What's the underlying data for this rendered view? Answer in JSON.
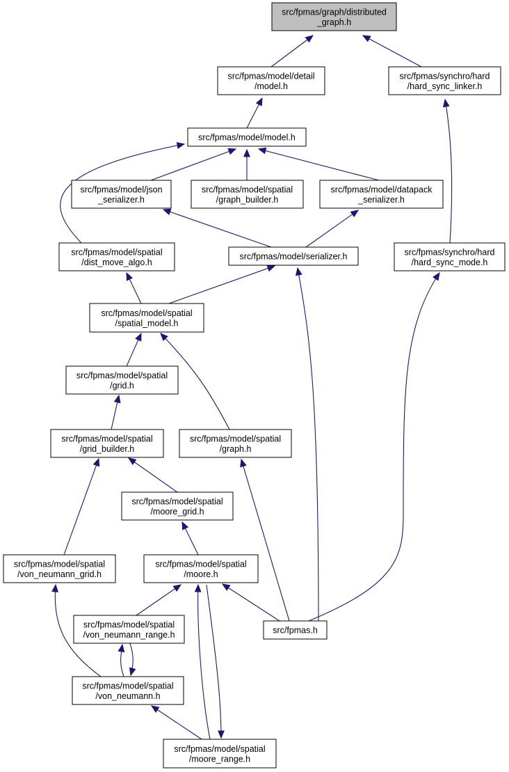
{
  "colors": {
    "edge": "#191970",
    "root_fill": "#bfbfbf",
    "node_fill": "#ffffff",
    "border": "#000000"
  },
  "nodes": {
    "distributed_graph": {
      "lines": [
        "src/fpmas/graph/distributed",
        "_graph.h"
      ],
      "root": true
    },
    "model_detail": {
      "lines": [
        "src/fpmas/model/detail",
        "/model.h"
      ]
    },
    "hard_sync_linker": {
      "lines": [
        "src/fpmas/synchro/hard",
        "/hard_sync_linker.h"
      ]
    },
    "model": {
      "lines": [
        "src/fpmas/model/model.h"
      ]
    },
    "json_serializer": {
      "lines": [
        "src/fpmas/model/json",
        "_serializer.h"
      ]
    },
    "spatial_graph_builder": {
      "lines": [
        "src/fpmas/model/spatial",
        "/graph_builder.h"
      ]
    },
    "datapack_serializer": {
      "lines": [
        "src/fpmas/model/datapack",
        "_serializer.h"
      ]
    },
    "dist_move_algo": {
      "lines": [
        "src/fpmas/model/spatial",
        "/dist_move_algo.h"
      ]
    },
    "serializer": {
      "lines": [
        "src/fpmas/model/serializer.h"
      ]
    },
    "hard_sync_mode": {
      "lines": [
        "src/fpmas/synchro/hard",
        "/hard_sync_mode.h"
      ]
    },
    "spatial_model": {
      "lines": [
        "src/fpmas/model/spatial",
        "/spatial_model.h"
      ]
    },
    "grid": {
      "lines": [
        "src/fpmas/model/spatial",
        "/grid.h"
      ]
    },
    "grid_builder": {
      "lines": [
        "src/fpmas/model/spatial",
        "/grid_builder.h"
      ]
    },
    "spatial_graph": {
      "lines": [
        "src/fpmas/model/spatial",
        "/graph.h"
      ]
    },
    "moore_grid": {
      "lines": [
        "src/fpmas/model/spatial",
        "/moore_grid.h"
      ]
    },
    "von_neumann_grid": {
      "lines": [
        "src/fpmas/model/spatial",
        "/von_neumann_grid.h"
      ]
    },
    "moore": {
      "lines": [
        "src/fpmas/model/spatial",
        "/moore.h"
      ]
    },
    "von_neumann_range": {
      "lines": [
        "src/fpmas/model/spatial",
        "/von_neumann_range.h"
      ]
    },
    "fpmas": {
      "lines": [
        "src/fpmas.h"
      ]
    },
    "von_neumann": {
      "lines": [
        "src/fpmas/model/spatial",
        "/von_neumann.h"
      ]
    },
    "moore_range": {
      "lines": [
        "src/fpmas/model/spatial",
        "/moore_range.h"
      ]
    }
  },
  "edges": [
    {
      "from": "model_detail",
      "to": "distributed_graph"
    },
    {
      "from": "hard_sync_linker",
      "to": "distributed_graph"
    },
    {
      "from": "model",
      "to": "model_detail"
    },
    {
      "from": "hard_sync_mode",
      "to": "hard_sync_linker"
    },
    {
      "from": "json_serializer",
      "to": "model"
    },
    {
      "from": "spatial_graph_builder",
      "to": "model"
    },
    {
      "from": "datapack_serializer",
      "to": "model"
    },
    {
      "from": "dist_move_algo",
      "to": "model"
    },
    {
      "from": "serializer",
      "to": "json_serializer"
    },
    {
      "from": "serializer",
      "to": "datapack_serializer"
    },
    {
      "from": "spatial_model",
      "to": "dist_move_algo"
    },
    {
      "from": "spatial_model",
      "to": "serializer"
    },
    {
      "from": "fpmas",
      "to": "serializer"
    },
    {
      "from": "fpmas",
      "to": "hard_sync_mode"
    },
    {
      "from": "grid",
      "to": "spatial_model"
    },
    {
      "from": "spatial_graph",
      "to": "spatial_model"
    },
    {
      "from": "grid_builder",
      "to": "grid"
    },
    {
      "from": "moore_grid",
      "to": "grid_builder"
    },
    {
      "from": "von_neumann_grid",
      "to": "grid_builder"
    },
    {
      "from": "fpmas",
      "to": "spatial_graph"
    },
    {
      "from": "moore",
      "to": "moore_grid"
    },
    {
      "from": "von_neumann",
      "to": "von_neumann_grid"
    },
    {
      "from": "von_neumann_range",
      "to": "moore"
    },
    {
      "from": "fpmas",
      "to": "moore"
    },
    {
      "from": "moore_range",
      "to": "moore"
    },
    {
      "from": "moore",
      "to": "moore_range"
    },
    {
      "from": "von_neumann",
      "to": "von_neumann_range"
    },
    {
      "from": "von_neumann_range",
      "to": "von_neumann"
    },
    {
      "from": "moore_range",
      "to": "von_neumann"
    }
  ]
}
